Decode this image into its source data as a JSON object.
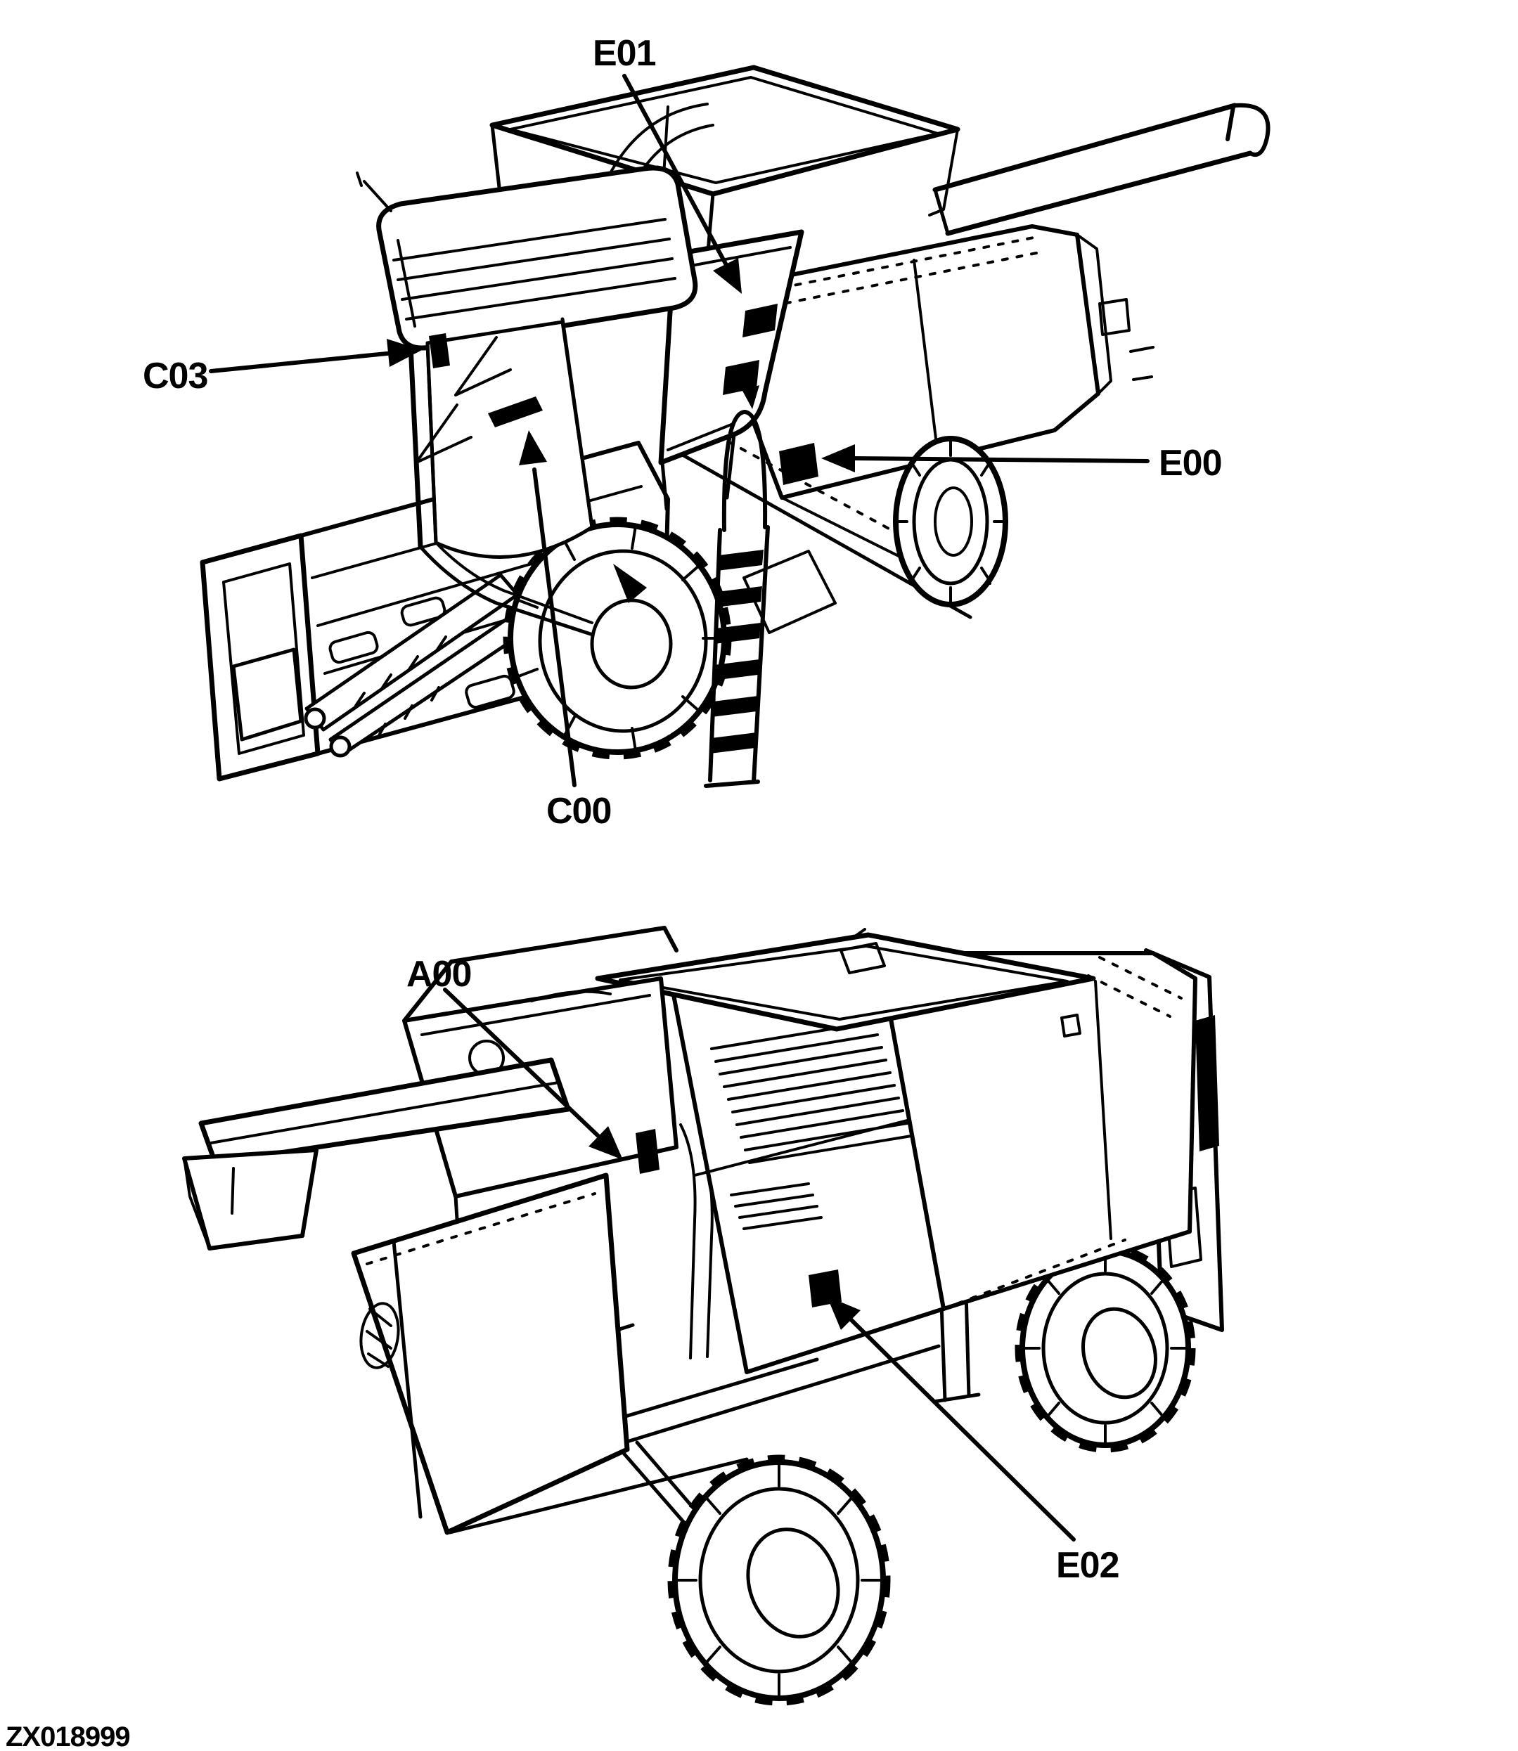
{
  "document": {
    "type": "parts-location-diagram",
    "background_color": "#ffffff",
    "ink_color": "#000000",
    "figure_code": "ZX018999"
  },
  "figures": [
    {
      "name": "combine-harvester-front-left-view",
      "callouts": [
        {
          "id": "E01"
        },
        {
          "id": "C03"
        },
        {
          "id": "E00"
        },
        {
          "id": "C00"
        }
      ]
    },
    {
      "name": "combine-harvester-rear-left-view",
      "callouts": [
        {
          "id": "A00"
        },
        {
          "id": "E02"
        }
      ]
    }
  ]
}
